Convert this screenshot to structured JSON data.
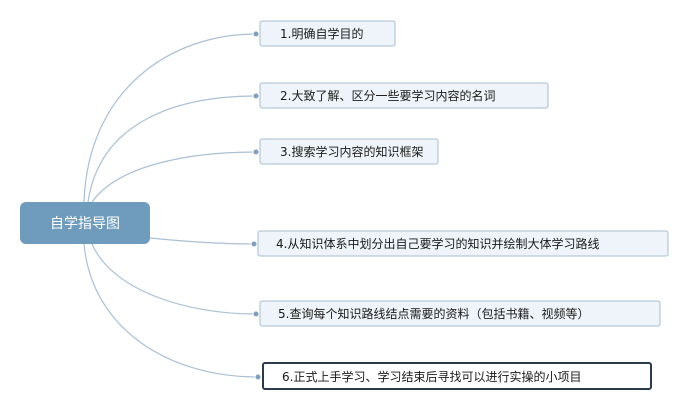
{
  "root": {
    "label": "自学指导图",
    "fill": "#6f9bbd"
  },
  "branch_color": "#a9c0d4",
  "node_fill": "#eef4f9",
  "node_border": "#a8bed1",
  "selected_border": "#2a3a4a",
  "items": [
    {
      "label": "1.明确自学目的"
    },
    {
      "label": "2.大致了解、区分一些要学习内容的名词"
    },
    {
      "label": "3.搜索学习内容的知识框架"
    },
    {
      "label": "4.从知识体系中划分出自己要学习的知识并绘制大体学习路线"
    },
    {
      "label": "5.查询每个知识路线结点需要的资料（包括书籍、视频等）"
    },
    {
      "label": "6.正式上手学习、学习结束后寻找可以进行实操的小项目",
      "selected": true
    }
  ]
}
